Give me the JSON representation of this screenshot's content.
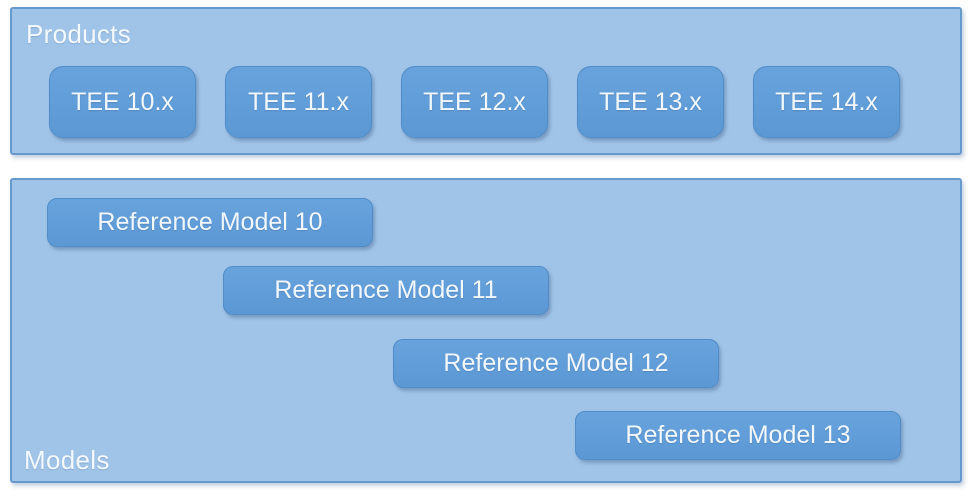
{
  "colors": {
    "page_bg": "#ffffff",
    "panel_fill": "#a0c4e8",
    "panel_border": "#6699cc",
    "box_fill": "#5b98d4",
    "box_fill_light": "#68a3dd",
    "box_border": "#4f8cc8",
    "box_text": "#f2f7fc",
    "label_text": "#f4f9fe"
  },
  "products": {
    "label": "Products",
    "items": [
      {
        "label": "TEE 10.x"
      },
      {
        "label": "TEE 11.x"
      },
      {
        "label": "TEE 12.x"
      },
      {
        "label": "TEE 13.x"
      },
      {
        "label": "TEE 14.x"
      }
    ]
  },
  "models": {
    "label": "Models",
    "items": [
      {
        "label": "Reference Model 10"
      },
      {
        "label": "Reference Model 11"
      },
      {
        "label": "Reference Model 12"
      },
      {
        "label": "Reference Model 13"
      }
    ]
  }
}
